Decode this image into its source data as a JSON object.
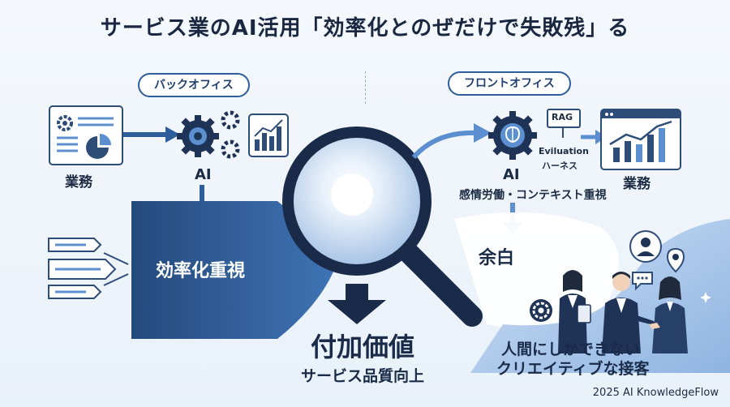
{
  "title": "サービス業のAI活用「効率化とのぜだけで失敗残」る",
  "back_office": {
    "pill": "バックオフィス",
    "work_label": "業務",
    "ai_label": "AI",
    "focus_label": "効率化重視"
  },
  "front_office": {
    "pill": "フロントオフィス",
    "rag_label": "RAG",
    "eval_label_1": "Eviluation",
    "eval_label_2": "ハーネス",
    "ai_label": "AI",
    "ai_caption": "感情労働・コンテキスト重視",
    "work_label": "業務",
    "margin_label": "余白",
    "human_line_1": "人間にしかできない",
    "human_line_2": "クリエイティブな接客"
  },
  "center": {
    "value_title": "付加価値",
    "value_subtitle": "サービス品質向上"
  },
  "credit": "2025 AI KnowledgeFlow",
  "colors": {
    "navy": "#1a2b4a",
    "blue": "#2d5e9b",
    "light_blue": "#5b8fd0",
    "panel": "#2f5f9d"
  }
}
